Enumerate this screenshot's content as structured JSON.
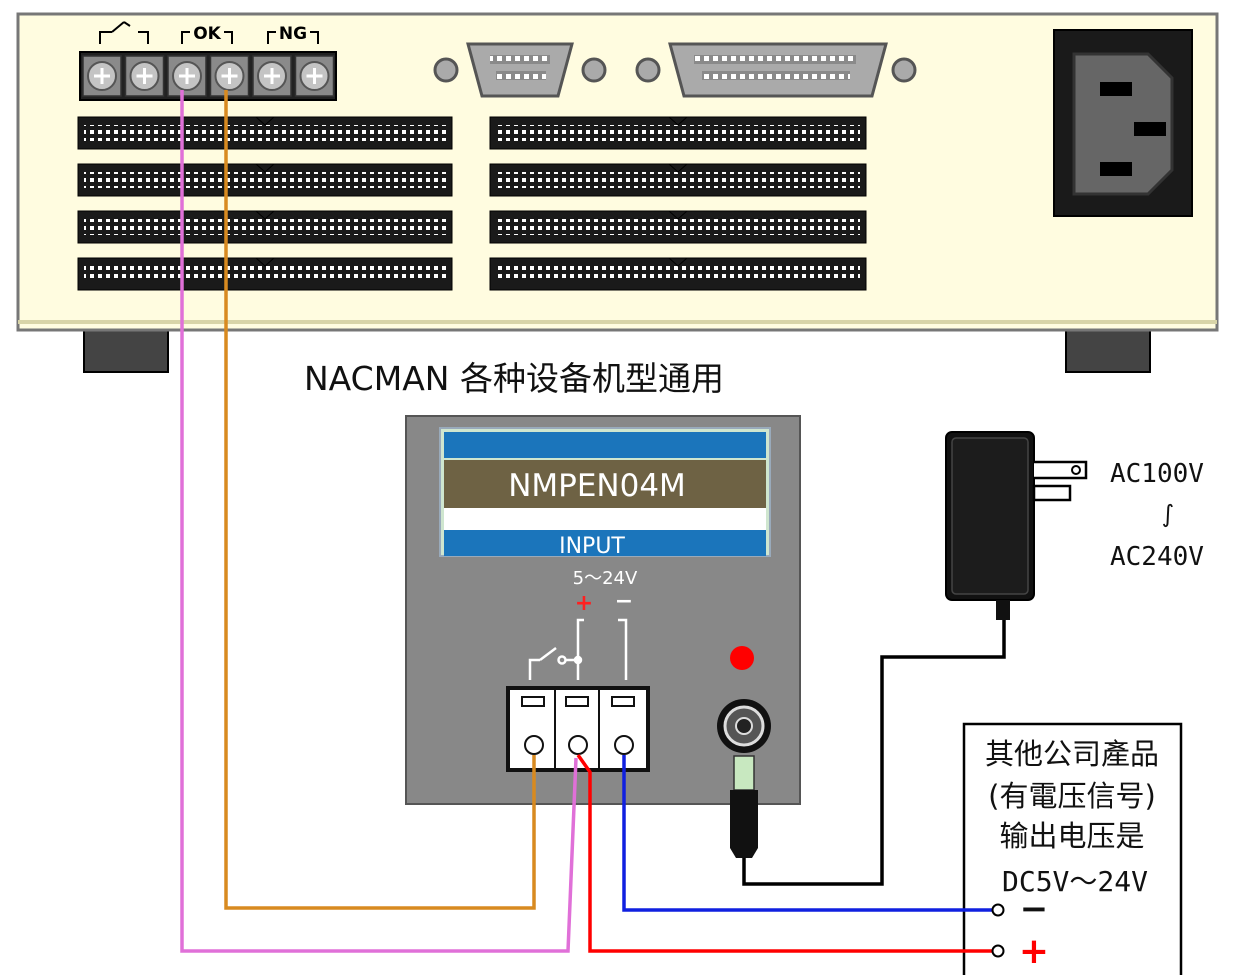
{
  "device": {
    "relay_labels": [
      "OK",
      "NG"
    ]
  },
  "caption": "NACMAN 各种设备机型通用",
  "module": {
    "name": "NMPEN04M",
    "input_label": "INPUT",
    "voltage_range": "5～24V",
    "plus_sign": "+",
    "minus_sign": "−"
  },
  "adapter": {
    "ac_low": "AC100V",
    "range_mark": "∫",
    "ac_high": "AC240V"
  },
  "other_product": {
    "line1": "其他公司產品",
    "line2": "(有電压信号)",
    "line3": "输出电压是",
    "line4": "DC5V～24V",
    "minus_sign": "−",
    "plus_sign": "+"
  },
  "colors": {
    "device_body": "#FFFCE0",
    "module_body": "#888888",
    "wire_pink": "#E070D8",
    "wire_orange": "#D88A20",
    "wire_red": "#FF0000",
    "wire_blue": "#1020E0",
    "wire_black": "#000000",
    "led_red": "#FF0000"
  }
}
